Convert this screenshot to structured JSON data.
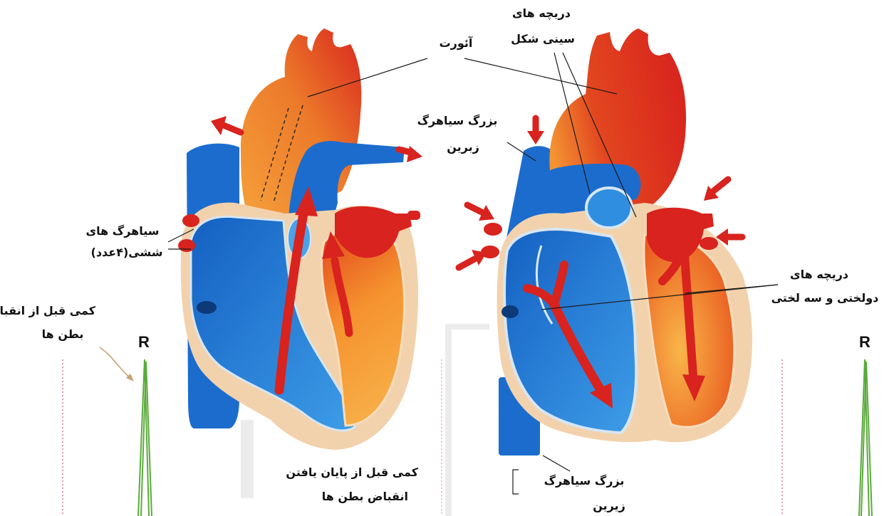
{
  "labels": {
    "aorta": "آئورت",
    "semilunar_valves": [
      "دریچه های",
      "سینی شکل"
    ],
    "superior_vena_cava": [
      "بزرگ سیاهرگ",
      "زبرین"
    ],
    "pulmonary_veins": [
      "سیاهرگ های",
      "ششی(۴عدد)"
    ],
    "before_ventricular_contraction": [
      "کمی قبل از انقباض",
      "بطن ها"
    ],
    "av_valves": [
      "دریچه های",
      "دولختی و سه لختی"
    ],
    "before_end_of_contraction": [
      "کمی قبل از پایان یافتن",
      "انقباض بطن ها"
    ],
    "inferior_vena_cava": [
      "بزرگ سیاهرگ",
      "زیرین"
    ],
    "ecg_peak_left": "R",
    "ecg_peak_right": "R"
  },
  "colors": {
    "oxygenated": "#d8231e",
    "deoxygenated": "#1c6cce",
    "myocardium": "#f2d2ad",
    "ecg_trace": "#5aab3b",
    "ecg_baseline": "#d67aa0"
  }
}
